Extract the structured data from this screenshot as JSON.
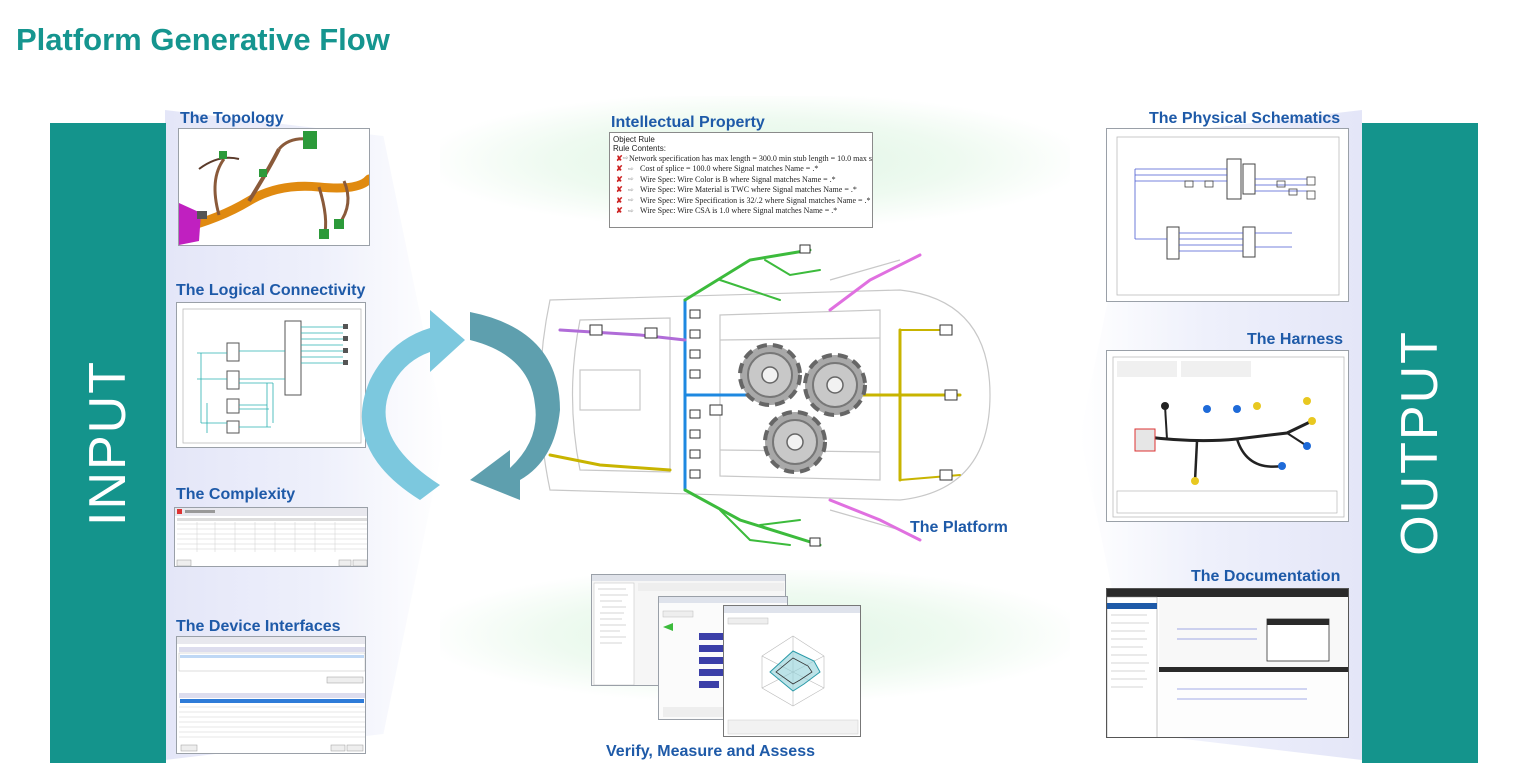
{
  "title": "Platform Generative Flow",
  "input_label": "INPUT",
  "output_label": "OUTPUT",
  "inputs": {
    "topology": "The Topology",
    "logical_connectivity": "The Logical Connectivity",
    "complexity": "The Complexity",
    "device_interfaces": "The Device Interfaces"
  },
  "center": {
    "intellectual_property": "Intellectual Property",
    "platform": "The Platform",
    "verify": "Verify, Measure and Assess"
  },
  "outputs": {
    "physical_schematics": "The Physical Schematics",
    "harness": "The Harness",
    "documentation": "The Documentation"
  },
  "ip_panel": {
    "header_1": "Object Rule",
    "header_2": "Rule Contents:",
    "rules": [
      "Network specification has max length = 300.0 min stub length = 10.0 max s",
      "Cost of splice = 100.0 where Signal matches Name = .*",
      "Wire Spec: Wire Color is B where Signal matches Name = .*",
      "Wire Spec: Wire Material is TWC where Signal matches Name = .*",
      "Wire Spec: Wire Specification is 32/.2 where Signal matches Name = .*",
      "Wire Spec: Wire CSA is 1.0 where Signal matches Name = .*"
    ]
  },
  "colors": {
    "teal": "#14948c",
    "label_blue": "#1e5aa8",
    "cycle_light": "#7cc8de",
    "cycle_dark": "#5e9fae",
    "harness_green": "#3cbb3c",
    "harness_blue": "#1e88e0",
    "harness_yellow": "#c8b400",
    "harness_purple": "#b06cd8",
    "harness_pink": "#e070e0",
    "topology_orange": "#e08a10"
  }
}
